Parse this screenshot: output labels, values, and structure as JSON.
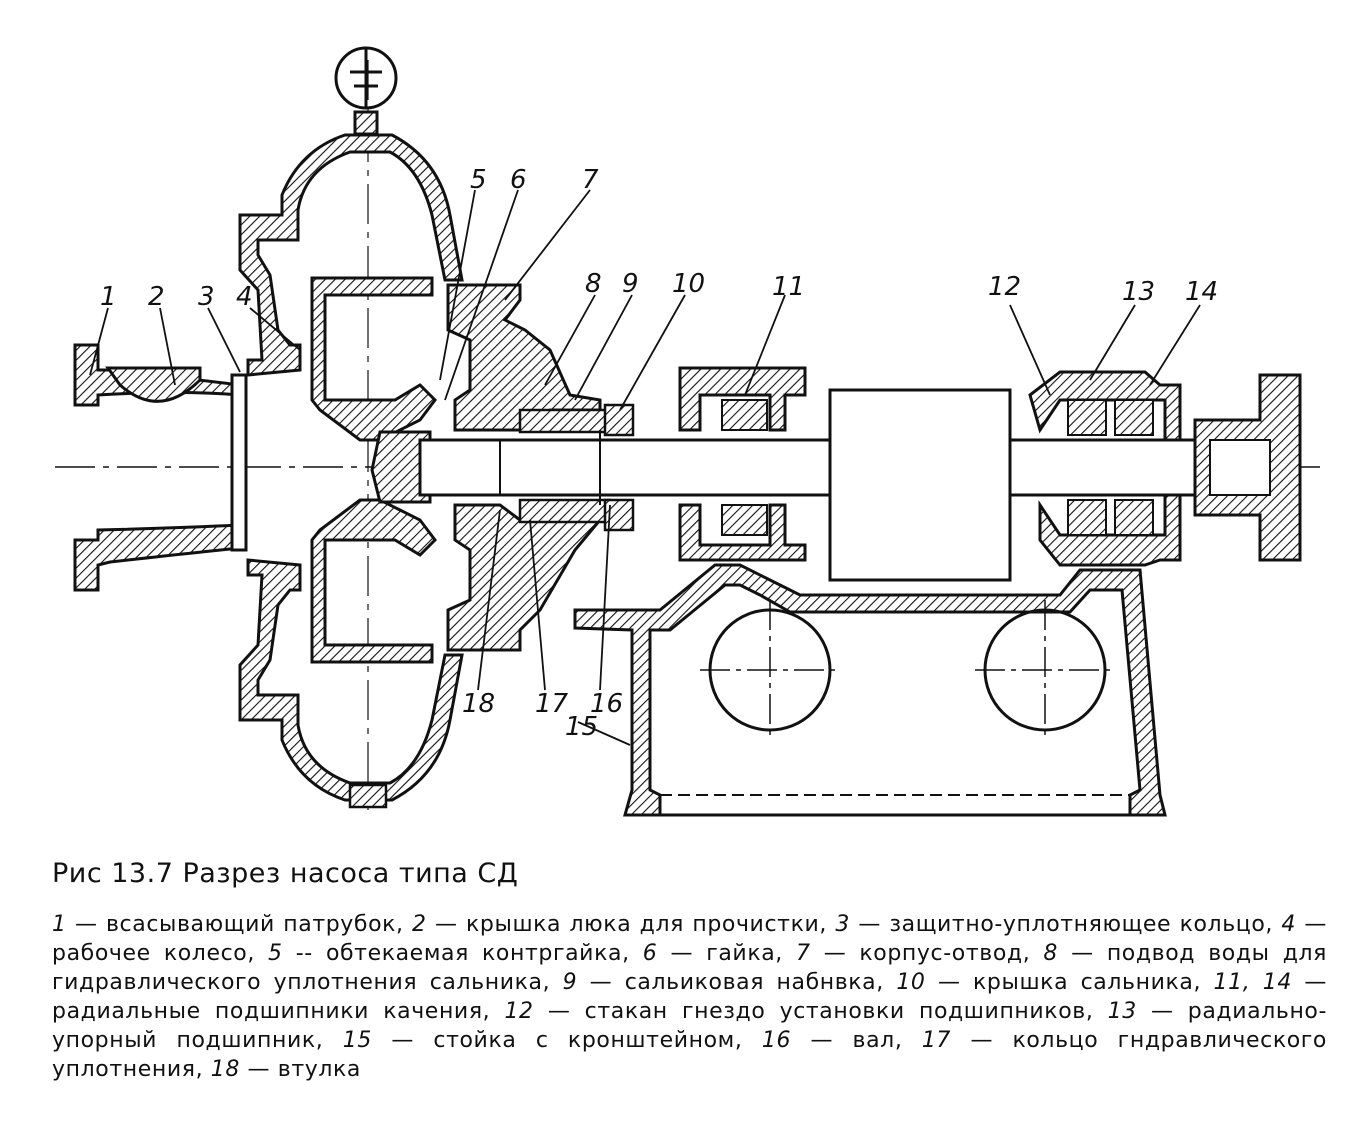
{
  "caption": "Рис  13.7  Разрез насоса типа СД",
  "callouts": [
    "1",
    "2",
    "3",
    "4",
    "5",
    "6",
    "7",
    "8",
    "9",
    "10",
    "11",
    "12",
    "13",
    "14",
    "15",
    "16",
    "17",
    "18"
  ],
  "legend": [
    {
      "num": "1",
      "text": "всасывающий патрубок"
    },
    {
      "num": "2",
      "text": "крышка люка для прочистки"
    },
    {
      "num": "3",
      "text": "защитно-уплотняющее кольцо"
    },
    {
      "num": "4",
      "text": "рабочее колесо"
    },
    {
      "num": "5",
      "text": "обтекаемая контргайка"
    },
    {
      "num": "6",
      "text": "гайка"
    },
    {
      "num": "7",
      "text": "корпус-отвод"
    },
    {
      "num": "8",
      "text": "подвод воды для гидравлического уплотнения сальника"
    },
    {
      "num": "9",
      "text": "сальиковая набнвка"
    },
    {
      "num": "10",
      "text": "крышка сальника"
    },
    {
      "num": "11, 14",
      "text": "радиальные подшипники качения"
    },
    {
      "num": "12",
      "text": "стакан гнездо установки подшипников"
    },
    {
      "num": "13",
      "text": "радиально-упорный подшипник"
    },
    {
      "num": "15",
      "text": "стойка с кронштейном"
    },
    {
      "num": "16",
      "text": "вал"
    },
    {
      "num": "17",
      "text": "кольцо гндравлического уплотнения"
    },
    {
      "num": "18",
      "text": "втулка"
    }
  ]
}
